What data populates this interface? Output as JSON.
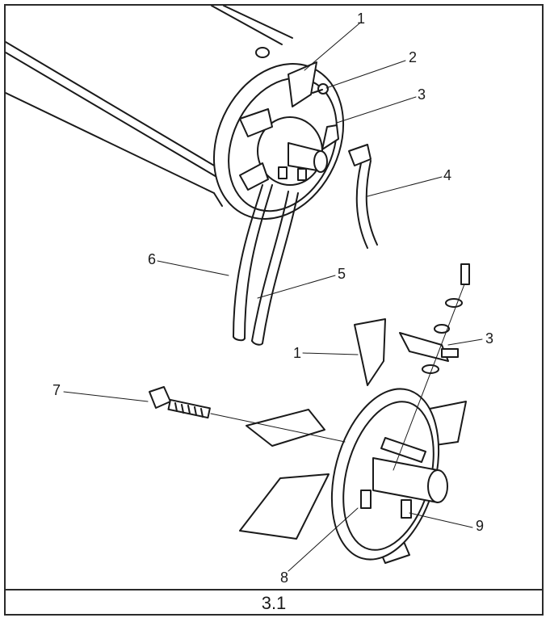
{
  "figure_caption": "3.1",
  "callouts": {
    "top_1": "1",
    "top_2": "2",
    "top_3": "3",
    "top_4": "4",
    "top_5": "5",
    "top_6": "6",
    "bottom_1": "1",
    "bottom_3": "3",
    "bottom_7": "7",
    "bottom_8": "8",
    "bottom_9": "9"
  },
  "colors": {
    "line": "#1a1a1a",
    "paper": "#ffffff",
    "shade": "#e8e8e8"
  }
}
